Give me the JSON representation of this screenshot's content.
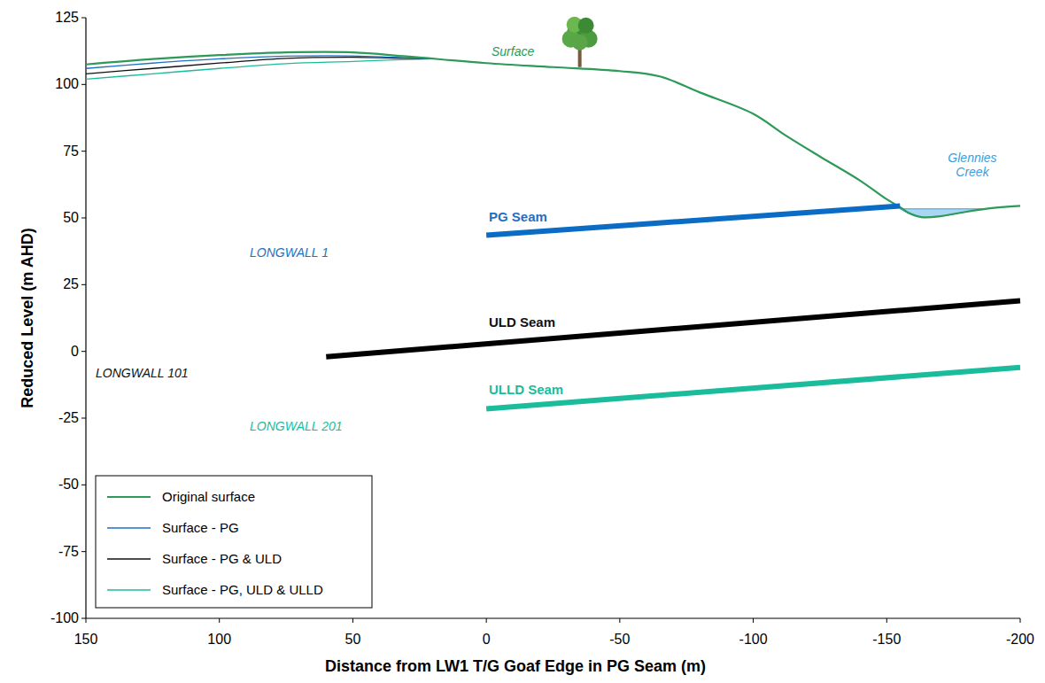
{
  "diagram": {
    "labels": [
      "Surface",
      "Glennies Creek",
      "PG Seam",
      "ULD Seam",
      "ULLD Seam",
      "LONGWALL 1",
      "LONGWALL 101",
      "LONGWALL 201",
      "Reduced Level (m AHD)",
      "Distance from LW1 T/G Goaf Edge in PG Seam (m)",
      "125",
      "100",
      "75",
      "50",
      "25",
      "0",
      "-25",
      "-50",
      "-75",
      "-100",
      "150",
      "100",
      "50",
      "0",
      "-50",
      "-100",
      "-150",
      "-200"
    ],
    "legend": [
      {
        "text": "Original surface"
      },
      {
        "text": "Surface - PG"
      },
      {
        "text": "Surface - PG & ULD"
      },
      {
        "text": "Surface - PG, ULD & ULLD"
      }
    ]
  }
}
